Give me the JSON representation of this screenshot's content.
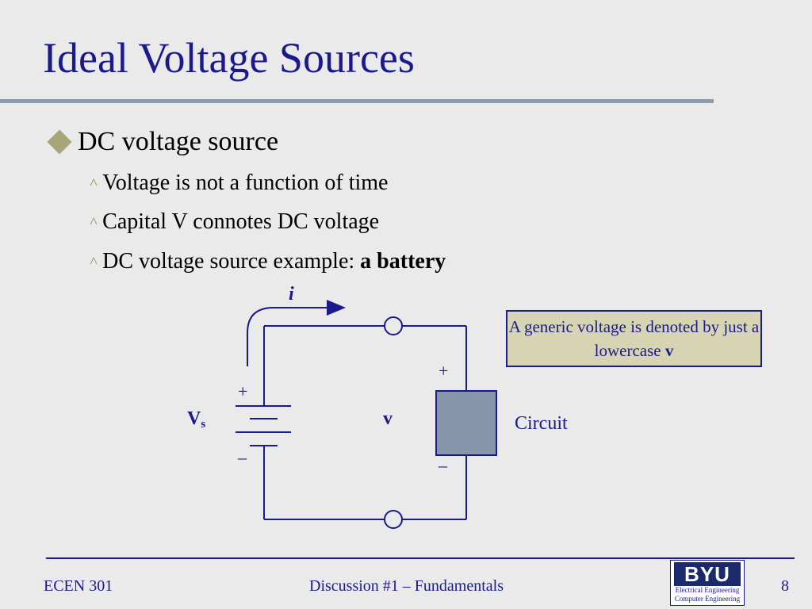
{
  "slide": {
    "title": "Ideal Voltage Sources",
    "bullet": "DC voltage source",
    "subbullets": [
      {
        "text": "Voltage is not a function of time"
      },
      {
        "text": "Capital V connotes DC voltage"
      },
      {
        "text": "DC voltage source example: ",
        "bold": "a battery"
      }
    ]
  },
  "diagram": {
    "current_label": "i",
    "plus_top": "+",
    "minus_bottom": "–",
    "source_label": "V",
    "source_subscript": "s",
    "voltage_label": "v",
    "circuit_plus": "+",
    "circuit_minus": "–",
    "circuit_label": "Circuit",
    "callout_text": "A generic voltage is denoted by just a lowercase ",
    "callout_bold": "v",
    "colors": {
      "wire": "#1a1a8c",
      "circuit_box": "#8896ab",
      "callout_bg": "#d6d4b2"
    }
  },
  "footer": {
    "left": "ECEN 301",
    "center": "Discussion #1 – Fundamentals",
    "page": "8",
    "logo_text": "BYU",
    "logo_line1": "Electrical Engineering",
    "logo_line2": "Computer Engineering"
  }
}
